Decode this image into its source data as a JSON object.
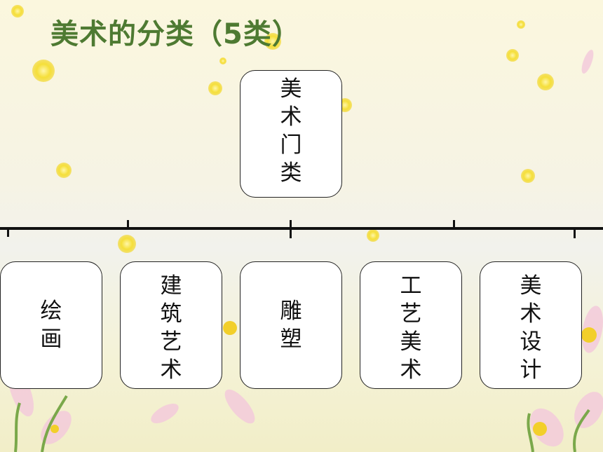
{
  "title": "美术的分类（5类）",
  "root": {
    "label": "美术门类"
  },
  "categories": [
    {
      "label": "绘画"
    },
    {
      "label": "建筑艺术"
    },
    {
      "label": "雕塑"
    },
    {
      "label": "工艺美术"
    },
    {
      "label": "美术设计"
    }
  ],
  "colors": {
    "title": "#4e7a32",
    "background": "#f6f3e4",
    "box_fill": "#ffffff",
    "line": "#111111",
    "flower_yellow": "#f7e13a",
    "petal_pink": "#f3c8d8"
  }
}
